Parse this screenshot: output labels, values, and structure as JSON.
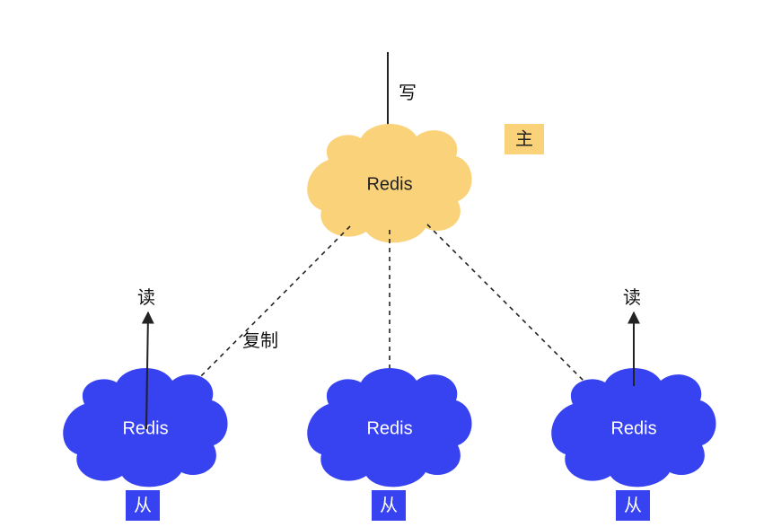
{
  "master": {
    "label": "Redis",
    "role": "主",
    "color": "#F9D27A"
  },
  "write_label": "写",
  "replicate_label": "复制",
  "slaves": [
    {
      "label": "Redis",
      "role": "从",
      "read_label": "读"
    },
    {
      "label": "Redis",
      "role": "从",
      "read_label": ""
    },
    {
      "label": "Redis",
      "role": "从",
      "read_label": "读"
    }
  ],
  "colors": {
    "slave": "#3742F0",
    "badge_bg": "#3742F0",
    "badge_text": "#ffffff",
    "master_text": "#222222",
    "slave_text": "#ffffff",
    "line": "#222222"
  }
}
